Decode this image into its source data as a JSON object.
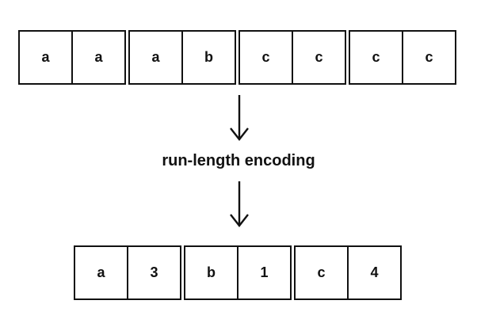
{
  "diagram": {
    "title": "run-length encoding",
    "colors": {
      "line": "#111111",
      "background": "#ffffff"
    },
    "input_row": {
      "cells": [
        "a",
        "a",
        "a",
        "b",
        "c",
        "c",
        "c",
        "c"
      ]
    },
    "arrows": [
      "down-arrow",
      "down-arrow"
    ],
    "output_row": {
      "cells": [
        "a",
        "3",
        "b",
        "1",
        "c",
        "4"
      ]
    }
  }
}
